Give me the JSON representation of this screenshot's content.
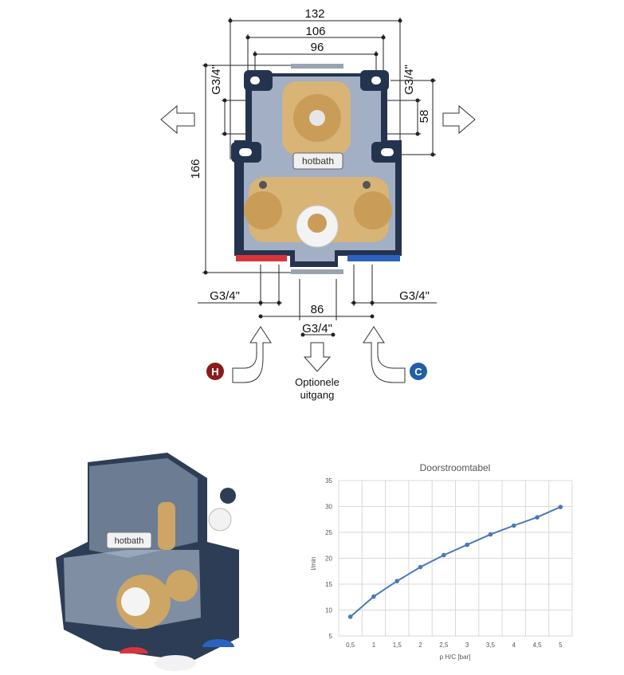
{
  "diagram": {
    "dims": {
      "w132": "132",
      "w106": "106",
      "w96": "96",
      "h166": "166",
      "h58": "58",
      "w86": "86",
      "g_top_left": "G3/4\"",
      "g_top_right": "G3/4\"",
      "g_bottom_left": "G3/4\"",
      "g_bottom_right": "G3/4\"",
      "g_bottom_center": "G3/4\""
    },
    "brand": "hotbath",
    "hot_label": "H",
    "cold_label": "C",
    "optional_outlet_line1": "Optionele",
    "optional_outlet_line2": "uitgang",
    "colors": {
      "hot": "#8b1c1c",
      "cold": "#1f5fa3",
      "box": "#2a3a55",
      "brass": "#d8b477"
    }
  },
  "photo": {
    "brand": "hotbath"
  },
  "chart_data": {
    "type": "line",
    "title": "Doorstroomtabel",
    "xlabel": "p H/C [bar]",
    "ylabel": "l/min",
    "categories": [
      "0,5",
      "1",
      "1,5",
      "2",
      "2,5",
      "3",
      "3,5",
      "4",
      "4,5",
      "5"
    ],
    "series": [
      {
        "values": [
          8.7,
          12.6,
          15.6,
          18.3,
          20.6,
          22.6,
          24.6,
          26.3,
          27.9,
          29.9
        ]
      }
    ],
    "ylim": [
      5,
      35
    ],
    "yticks": [
      5,
      10,
      15,
      20,
      25,
      30,
      35
    ],
    "grid": true,
    "color": "#4a7ab5"
  }
}
